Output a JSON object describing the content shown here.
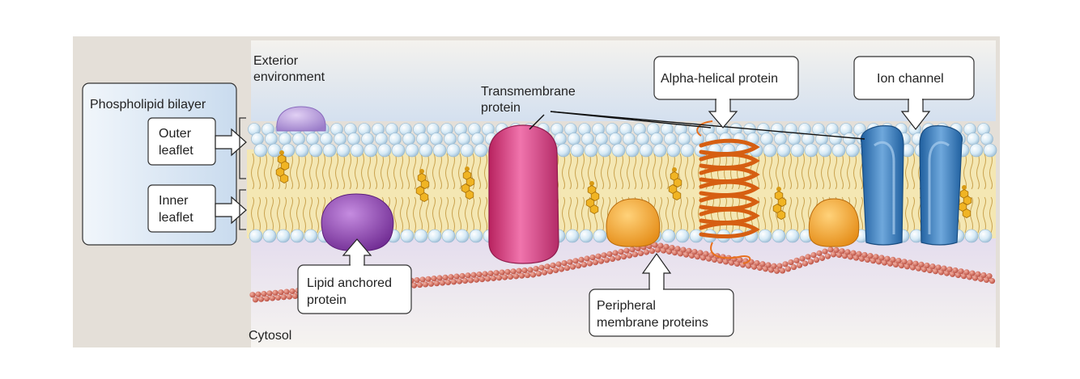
{
  "regions": {
    "exterior_line1": "Exterior",
    "exterior_line2": "environment",
    "cytosol": "Cytosol"
  },
  "callouts": {
    "phospholipid_bilayer": "Phospholipid bilayer",
    "outer_leaflet_line1": "Outer",
    "outer_leaflet_line2": "leaflet",
    "inner_leaflet_line1": "Inner",
    "inner_leaflet_line2": "leaflet",
    "transmembrane_line1": "Transmembrane",
    "transmembrane_line2": "protein",
    "alpha_helical": "Alpha-helical protein",
    "ion_channel": "Ion channel",
    "lipid_anchored_line1": "Lipid anchored",
    "lipid_anchored_line2": "protein",
    "peripheral_line1": "Peripheral",
    "peripheral_line2": "membrane proteins"
  },
  "colors": {
    "frame_bg": "#e4dfd8",
    "exterior_bg": "#dde7f4",
    "cytosol_bg": "#ece6f1",
    "lipid_head": "#d9ecf7",
    "lipid_core": "#f4e7b3",
    "sidebar_bg": "#e2ecf7",
    "lipid_anchored_protein": "#8a3ea8",
    "transmembrane_protein": "#d63c82",
    "alpha_helix": "#e8701e",
    "ion_channel": "#3a80c4",
    "peripheral_protein": "#efa028",
    "cholesterol": "#e8b020",
    "cytoskeleton": "#d46d5c"
  }
}
